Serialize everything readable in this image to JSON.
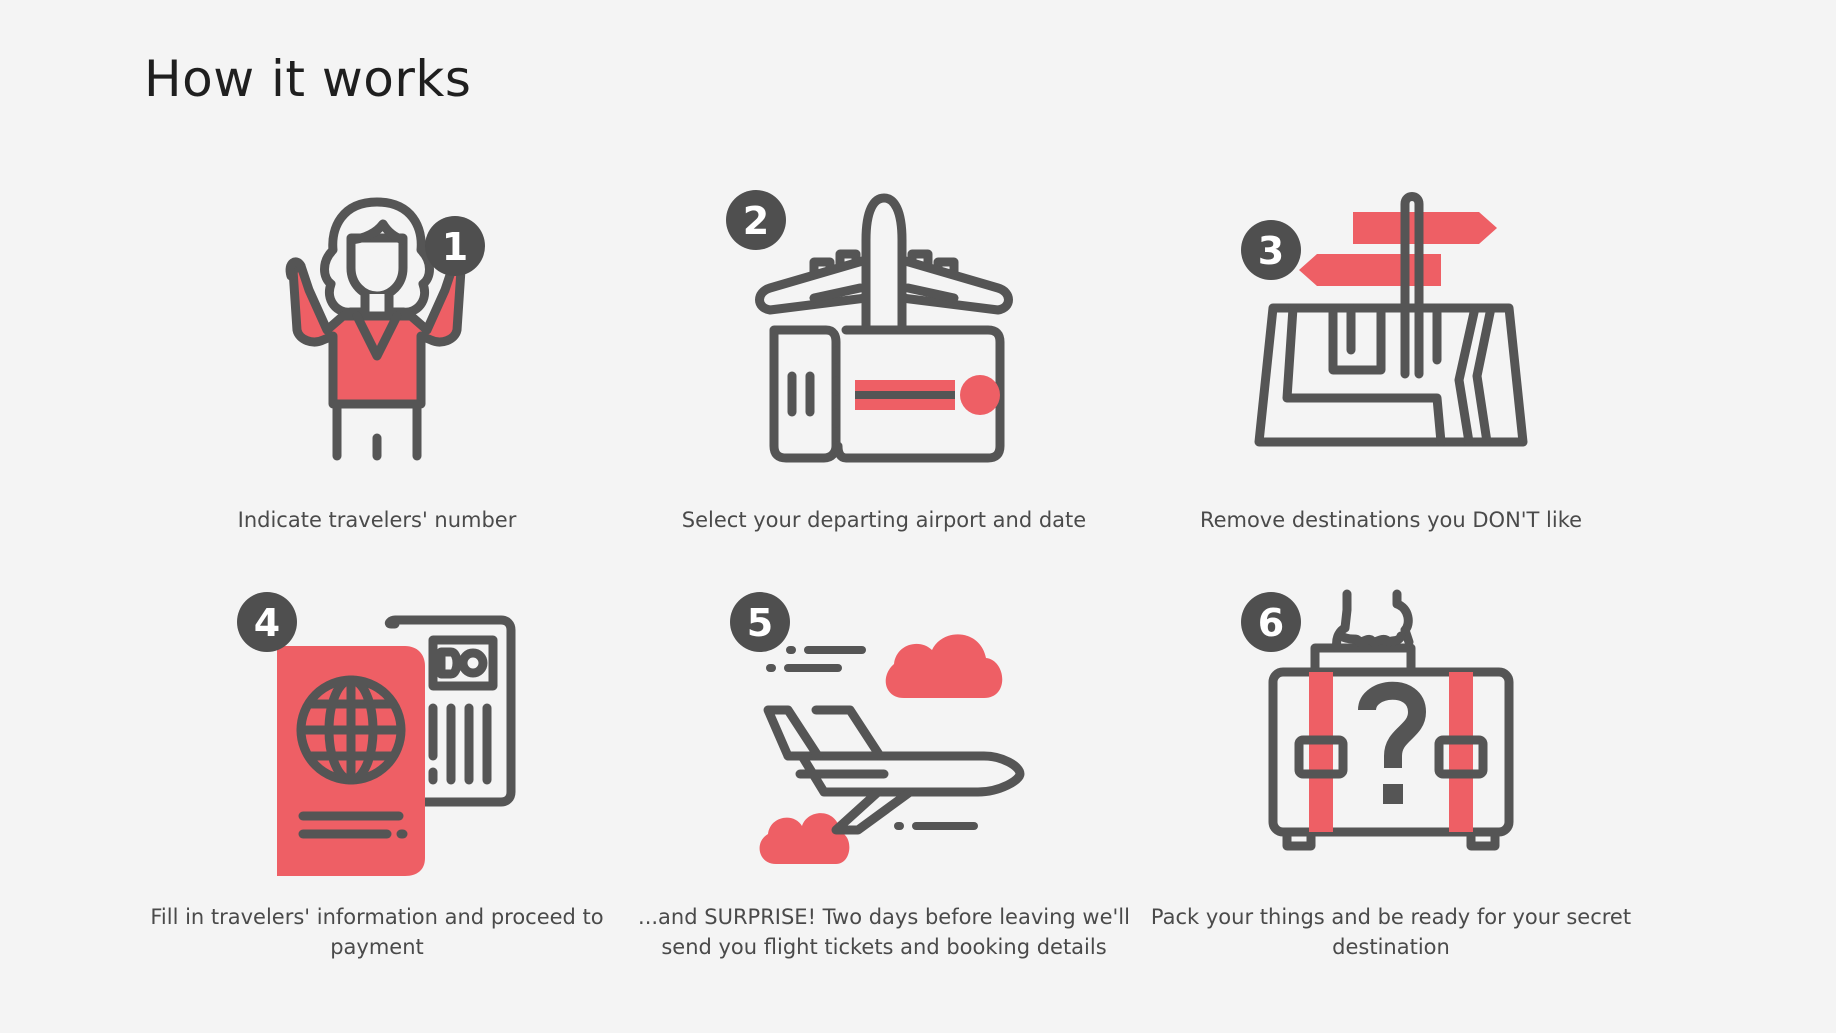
{
  "header": {
    "title": "How it works"
  },
  "colors": {
    "accent": "#ee5f65",
    "icon_stroke": "#555555",
    "badge": "#4f4f4f",
    "background": "#f4f4f4",
    "title_text": "#1f1f1f",
    "caption_text": "#4a4a4a"
  },
  "steps": [
    {
      "number": "1",
      "icon": "traveler-woman-icon",
      "caption": "Indicate travelers' number"
    },
    {
      "number": "2",
      "icon": "airplane-ticket-icon",
      "caption": "Select your departing airport and date"
    },
    {
      "number": "3",
      "icon": "map-signpost-icon",
      "caption": "Remove destinations you DON'T like"
    },
    {
      "number": "4",
      "icon": "passport-documents-icon",
      "caption": "Fill in travelers' information and proceed to payment"
    },
    {
      "number": "5",
      "icon": "flying-plane-clouds-icon",
      "caption": "...and SURPRISE! Two days before leaving we'll send you flight tickets and booking details"
    },
    {
      "number": "6",
      "icon": "mystery-suitcase-icon",
      "caption": "Pack your things and be ready for your secret destination"
    }
  ]
}
